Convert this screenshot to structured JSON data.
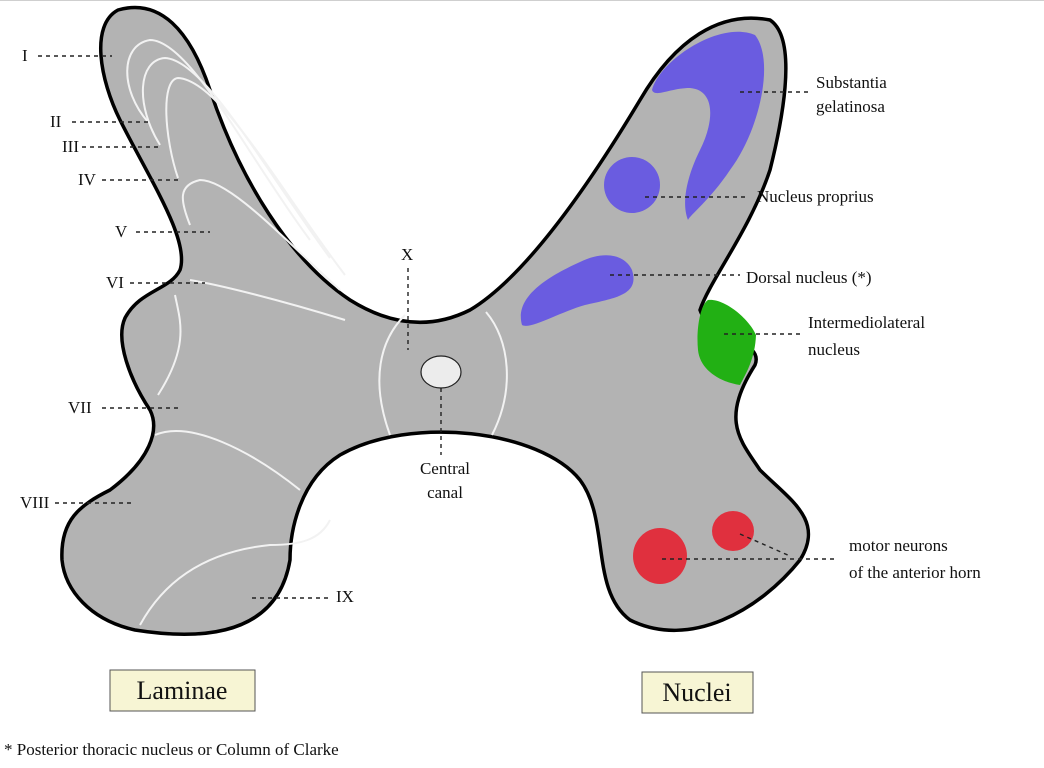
{
  "colors": {
    "gray_matter": "#b3b3b3",
    "outline": "#000000",
    "substantia_gelatinosa": "#6a5ce0",
    "nucleus_proprius": "#6a5ce0",
    "dorsal_nucleus": "#6a5ce0",
    "intermediolateral": "#22b014",
    "motor_neurons": "#e0303e",
    "box_fill": "#f7f5d4",
    "central_canal": "#ececec"
  },
  "laminae": {
    "i": "I",
    "ii": "II",
    "iii": "III",
    "iv": "IV",
    "v": "V",
    "vi": "VI",
    "vii": "VII",
    "viii": "VIII",
    "ix": "IX",
    "x": "X"
  },
  "nuclei": {
    "substantia_line1": "Substantia",
    "substantia_line2": "gelatinosa",
    "nucleus_proprius": "Nucleus proprius",
    "dorsal_nucleus": "Dorsal nucleus (*)",
    "intermediolateral_line1": "Intermediolateral",
    "intermediolateral_line2": "nucleus",
    "motor_line1": "motor neurons",
    "motor_line2": "of the anterior horn"
  },
  "central_canal": {
    "line1": "Central",
    "line2": "canal"
  },
  "boxes": {
    "laminae": "Laminae",
    "nuclei": "Nuclei"
  },
  "footnote": "* Posterior thoracic nucleus or Column of Clarke"
}
